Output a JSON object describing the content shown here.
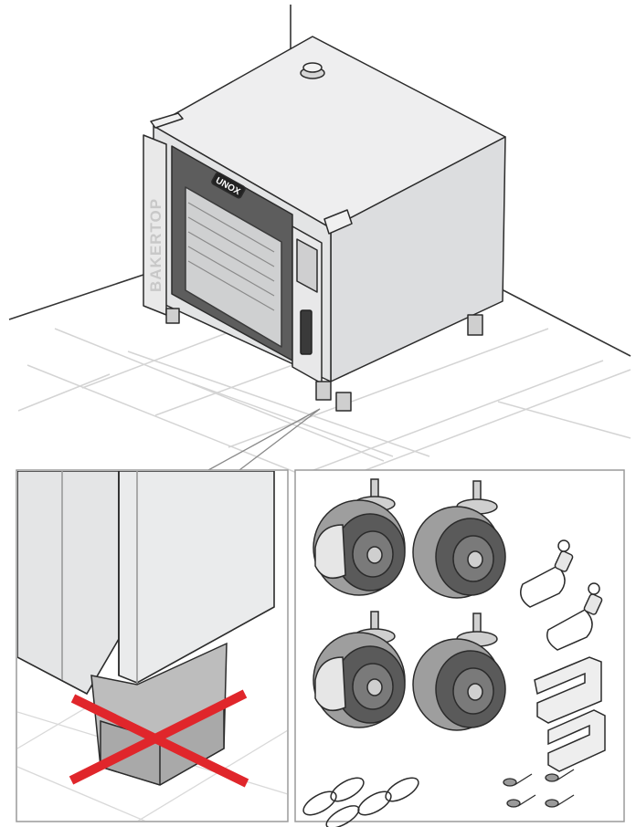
{
  "illustration": {
    "logo_text": "UNOX",
    "brand_text": "BAKERTOP"
  },
  "colors": {
    "line": "#2b2b2b",
    "oven_body": "#e6e7e8",
    "oven_side": "#d9dadb",
    "door_frame": "#6b6b6b",
    "glass": "#d0d0d0",
    "floor_grid": "#d4d4d4",
    "prohibited_cross": "#e0262b",
    "wheel": "#5a5a5a",
    "panel_border": "#9a9a9a"
  },
  "icons": [
    "oven",
    "adjustable-foot",
    "prohibited-cross",
    "caster-wheel-with-brake",
    "caster-wheel",
    "shackle",
    "bracket",
    "chain",
    "screw"
  ]
}
